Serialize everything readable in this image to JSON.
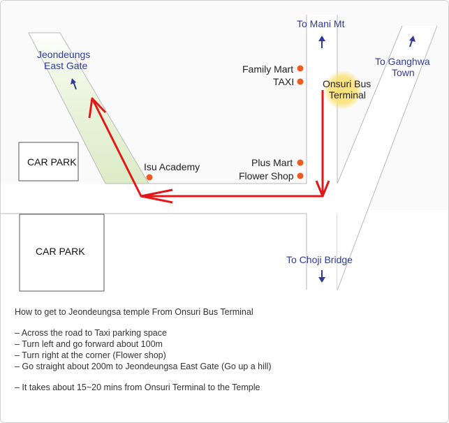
{
  "map": {
    "directions": {
      "mani": "To Mani Mt",
      "ganghwa_1": "To Ganghwa",
      "ganghwa_2": "Town",
      "choji": "To Choji Bridge",
      "east_gate_1": "Jeondeungs",
      "east_gate_2": "East Gate"
    },
    "places": {
      "family_mart": "Family Mart",
      "taxi": "TAXI",
      "terminal_1": "Onsuri Bus",
      "terminal_2": "Terminal",
      "plus_mart": "Plus Mart",
      "flower_shop": "Flower Shop",
      "isu_academy": "Isu Academy",
      "car_park_1": "CAR PARK",
      "car_park_2": "CAR PARK"
    },
    "colors": {
      "road_stroke": "#b9b9b9",
      "hill_road": "#e6f2d8",
      "route": "#e21818",
      "marker": "#f05a1e",
      "terminal_glow": "#fbe27a",
      "direction_text": "#2f3a9a"
    }
  },
  "directions_text": {
    "title": "How to get to Jeondeungsa temple From Onsuri Bus Terminal",
    "steps": [
      "– Across the road to Taxi parking space",
      "– Turn left and go forward about 100m",
      "– Turn right at the corner (Flower shop)",
      "– Go straight about 200m to Jeondeungsa East Gate (Go up a hill)"
    ],
    "duration": "– It takes about 15~20 mins from Onsuri Terminal to the Temple"
  }
}
